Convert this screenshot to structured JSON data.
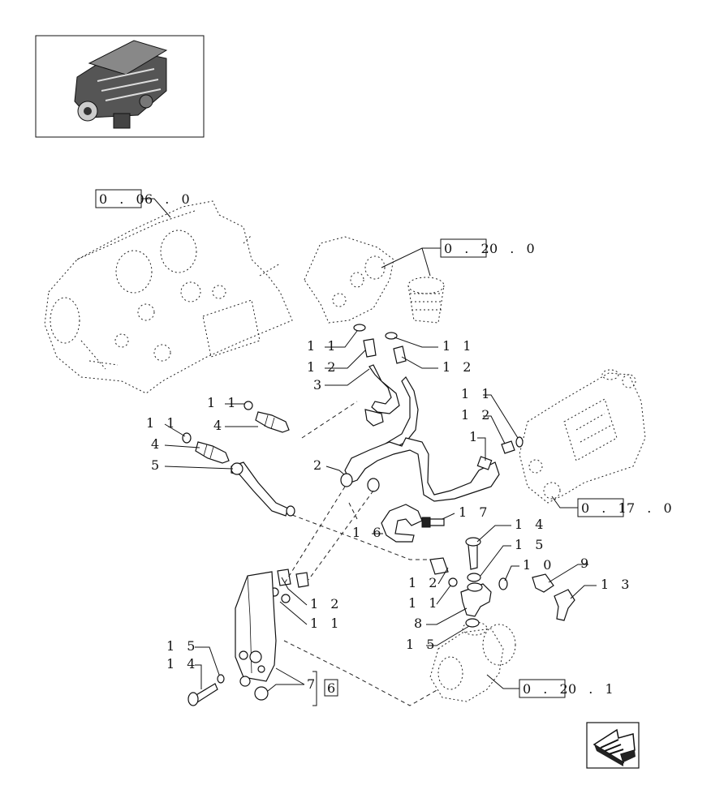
{
  "refs": {
    "r060": {
      "boxed": "0 . 0",
      "rest": "6 . 0"
    },
    "r200": {
      "boxed": "0 . 2",
      "rest": "0 . 0"
    },
    "r170": {
      "boxed": "0 . 1",
      "rest": "7 . 0"
    },
    "r201": {
      "boxed": "0 . 2",
      "rest": "0 . 1"
    }
  },
  "callouts": {
    "c11a": "1 1",
    "c12a": "1 2",
    "c3": "3",
    "c11b": "1 1",
    "c12b": "1 2",
    "c11c": "1 1",
    "c12c": "1 2",
    "c1": "1",
    "c11d": "1 1",
    "c4a": "4",
    "c11e": "1 1",
    "c4b": "4",
    "c5": "5",
    "c2": "2",
    "c17": "1 7",
    "c16": "1 6",
    "c14a": "1 4",
    "c15a": "1 5",
    "c10": "1 0",
    "c9": "9",
    "c13": "1 3",
    "c12d": "1 2",
    "c11f": "1 1",
    "c8": "8",
    "c15b": "1 5",
    "c12e": "1 2",
    "c11g": "1 1",
    "c15c": "1 5",
    "c14b": "1 4",
    "c7": "7",
    "c6": "6"
  }
}
